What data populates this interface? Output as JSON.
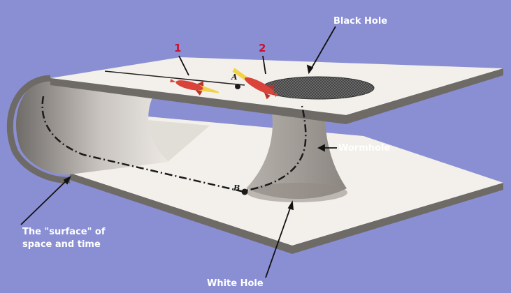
{
  "labels": {
    "black_hole": "Black Hole",
    "wormhole": "Wormhole",
    "surface_line1": "The \"surface\" of",
    "surface_line2": "space and time",
    "white_hole": "White Hole"
  },
  "markers": {
    "rocket1": "1",
    "rocket2": "2",
    "point_a": "A",
    "point_b": "B"
  },
  "colors": {
    "background": "#8a8fd4",
    "sheet": "#f3f0eb",
    "sheet_edge": "#6e6a66",
    "wormhole": "#a39d98",
    "label_text": "#ffffff",
    "number_text": "#c8102e"
  }
}
